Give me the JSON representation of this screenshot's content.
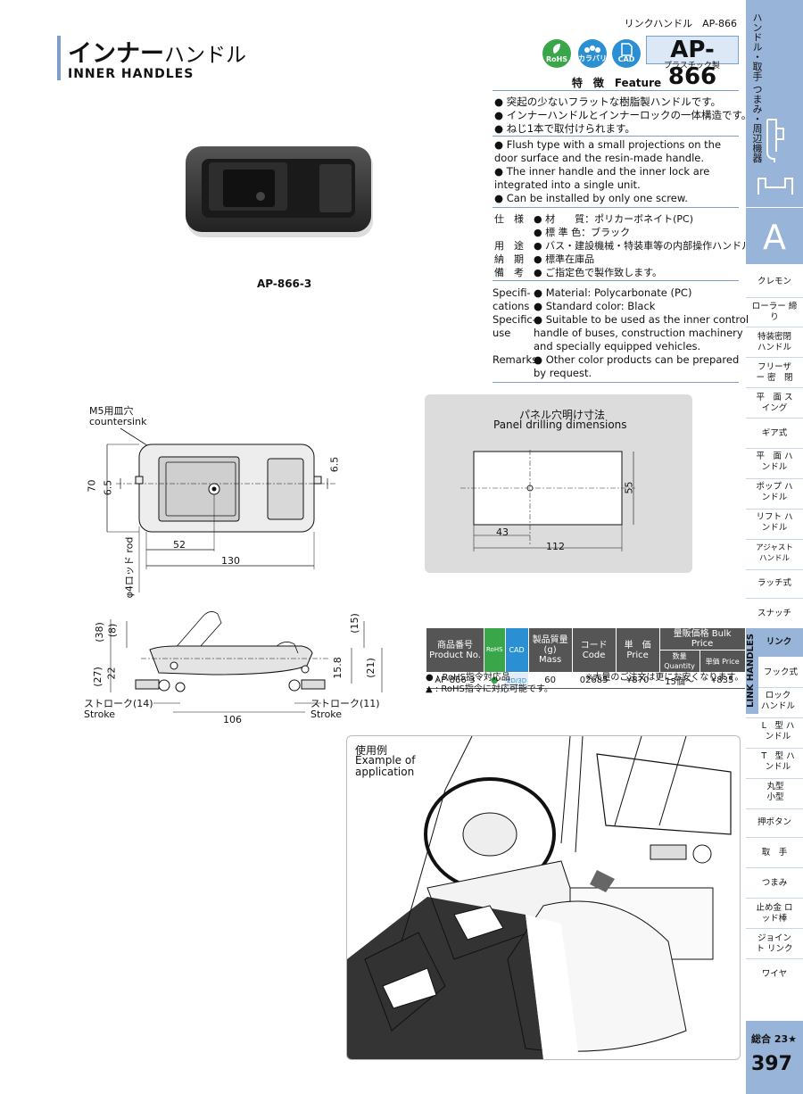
{
  "header": {
    "breadcrumb": "リンクハンドル　AP-866",
    "title_bold": "インナー",
    "title_kana": "ハンドル",
    "title_en": "INNER  HANDLES",
    "badges": {
      "rohs": "RoHS",
      "karabari": "カラバリ",
      "cad": "CAD"
    },
    "model": "AP-866",
    "model_sub": "プラスチック製"
  },
  "feature": {
    "heading": "特　徴　Feature",
    "jp": [
      "● 突起の少ないフラットな樹脂製ハンドルです。",
      "● インナーハンドルとインナーロックの一体構造です。",
      "● ねじ1本で取付けられます。"
    ],
    "en": [
      "● Flush type with a small projections on the",
      "   door surface and the resin-made handle.",
      "● The inner handle and the inner lock are",
      "   integrated into a single unit.",
      "● Can be installed by only one screw."
    ]
  },
  "spec_jp": [
    {
      "label": "仕　様",
      "text": "● 材　　質：ポリカーボネイト(PC)"
    },
    {
      "label": "",
      "text": "● 標 準 色：ブラック"
    },
    {
      "label": "用　途",
      "text": "● バス・建設機械・特装車等の内部操作ハンドル"
    },
    {
      "label": "納　期",
      "text": "● 標準在庫品"
    },
    {
      "label": "備　考",
      "text": "● ご指定色で製作致します。"
    }
  ],
  "spec_en": [
    {
      "label": "Specifi-",
      "text": "● Material: Polycarbonate (PC)"
    },
    {
      "label": "cations",
      "text": "● Standard color: Black"
    },
    {
      "label": "Specific-",
      "text": "● Suitable to be used as the inner control"
    },
    {
      "label": "use",
      "text": "   handle of buses, construction machinery"
    },
    {
      "label": "",
      "text": "   and specially equipped vehicles."
    },
    {
      "label": "Remarks",
      "text": "● Other color products can be prepared"
    },
    {
      "label": "",
      "text": "   by request."
    }
  ],
  "photo_label": "AP-866-3",
  "drawing": {
    "m5_jp": "M5用皿穴",
    "m5_en": "countersink",
    "d70": "70",
    "d65a": "6.5",
    "d65b": "6.5",
    "d52": "52",
    "d130": "130",
    "rod": "φ4ロッド rod",
    "d38": "(38)",
    "d8": "(8)",
    "d27": "(27)",
    "d22": "22",
    "d15": "(15)",
    "d158": "15.8",
    "d21": "(21)",
    "d106": "106",
    "stroke14_jp": "ストローク(14)",
    "stroke11_jp": "ストローク(11)",
    "stroke_en": "Stroke"
  },
  "drill": {
    "title_jp": "パネル穴明け寸法",
    "title_en": "Panel drilling dimensions",
    "d55": "55",
    "d43": "43",
    "d112": "112"
  },
  "table": {
    "headers": {
      "product_jp": "商品番号",
      "product_en": "Product No.",
      "rohs": "RoHS",
      "cad": "CAD",
      "mass_jp": "製品質量(g)",
      "mass_en": "Mass",
      "code_jp": "コード",
      "code_en": "Code",
      "price_jp": "単　価",
      "price_en": "Price",
      "bulk_jp": "量販価格 Bulk Price",
      "qty": "数量 Quantity",
      "unit": "単価 Price"
    },
    "row": {
      "product": "AP-866-3",
      "rohs": "●",
      "cad": "2D/3D",
      "mass": "60",
      "code": "02685",
      "price": "¥870",
      "qty": "15個〜",
      "bulk": "¥835"
    },
    "legend1": "● : RoHS指令対応品",
    "legend2": "▲ : RoHS指令に対応可能です。",
    "note": "※大量のご注文は更にお安くなります。"
  },
  "application": {
    "jp": "使用例",
    "en1": "Example of",
    "en2": "application"
  },
  "side": {
    "top_vertical": "ハンドル・取手 つまみ・周辺機器",
    "letter": "A",
    "items": [
      "クレモン",
      "ローラー 締り",
      "特装密閉 ハンドル",
      "フリーザー 密　閉",
      "平　面 スイング",
      "ギア式",
      "平　面 ハンドル",
      "ポップ ハンドル",
      "リフト ハンドル",
      "アジャスト ハンドル",
      "ラッチ式",
      "スナッチ",
      "リンク",
      "フック式",
      "ロック ハンドル",
      "L　型 ハンドル",
      "T　型 ハンドル",
      "丸型 小型",
      "押ボタン",
      "取　手",
      "つまみ",
      "止め金 ロッド棒",
      "ジョイント リンク",
      "ワイヤ"
    ],
    "link_en": "LINK HANDLES",
    "total": "総合 23★",
    "page": "397"
  },
  "colors": {
    "accent": "#98b4d8",
    "rohs": "#3aa64a",
    "cad": "#2a8fd3"
  }
}
